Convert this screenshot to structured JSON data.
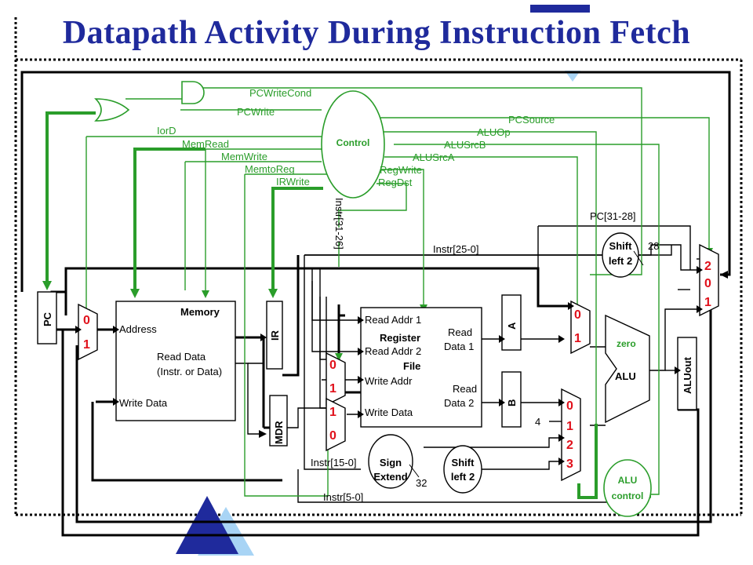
{
  "title": "Datapath Activity During Instruction Fetch",
  "control": {
    "label": "Control",
    "signals_left": [
      "PCWriteCond",
      "PCWrite",
      "IorD",
      "MemRead",
      "MemWrite",
      "MemtoReg",
      "IRWrite"
    ],
    "signals_right": [
      "PCSource",
      "ALUOp",
      "ALUSrcB",
      "ALUSrcA",
      "RegWrite",
      "RegDst"
    ]
  },
  "blocks": {
    "pc": "PC",
    "memory": {
      "title": "Memory",
      "address": "Address",
      "read_data_1": "Read Data",
      "read_data_2": "(Instr. or Data)",
      "write_data": "Write Data"
    },
    "ir": "IR",
    "mdr": "MDR",
    "register_file": {
      "title_1": "Register",
      "title_2": "File",
      "read_addr_1": "Read Addr 1",
      "read_addr_2": "Read Addr 2",
      "write_addr": "Write Addr",
      "write_data": "Write Data",
      "read_data_1_a": "Read",
      "read_data_1_b": "Data 1",
      "read_data_2_a": "Read",
      "read_data_2_b": "Data 2"
    },
    "a": "A",
    "b": "B",
    "alu": "ALU",
    "zero": "zero",
    "aluout": "ALUout",
    "alu_control_1": "ALU",
    "alu_control_2": "control",
    "sign_extend_1": "Sign",
    "sign_extend_2": "Extend",
    "shift_left_top_1": "Shift",
    "shift_left_top_2": "left 2",
    "shift_left_bottom_1": "Shift",
    "shift_left_bottom_2": "left 2"
  },
  "wire_labels": {
    "instr_31_26": "Instr[31-26]",
    "instr_25_0": "Instr[25-0]",
    "pc_31_28": "PC[31-28]",
    "bits_28": "28",
    "instr_15_0": "Instr[15-0]",
    "bits_32": "32",
    "instr_5_0": "Instr[5-0]",
    "const_4": "4"
  },
  "muxes": {
    "iord": [
      "0",
      "1"
    ],
    "regdst": [
      "0",
      "1"
    ],
    "memtoreg": [
      "1",
      "0"
    ],
    "alusrca": [
      "0",
      "1"
    ],
    "alusrcb": [
      "0",
      "1",
      "2",
      "3"
    ],
    "pcsource": [
      "2",
      "0",
      "1"
    ]
  },
  "colors": {
    "title": "#1f2a9c",
    "control_signal": "#2a9d2a",
    "mux_label": "#e0101a",
    "wire": "#000000",
    "triangle_dark": "#1f2a9c",
    "triangle_light": "#a8d4f5"
  }
}
